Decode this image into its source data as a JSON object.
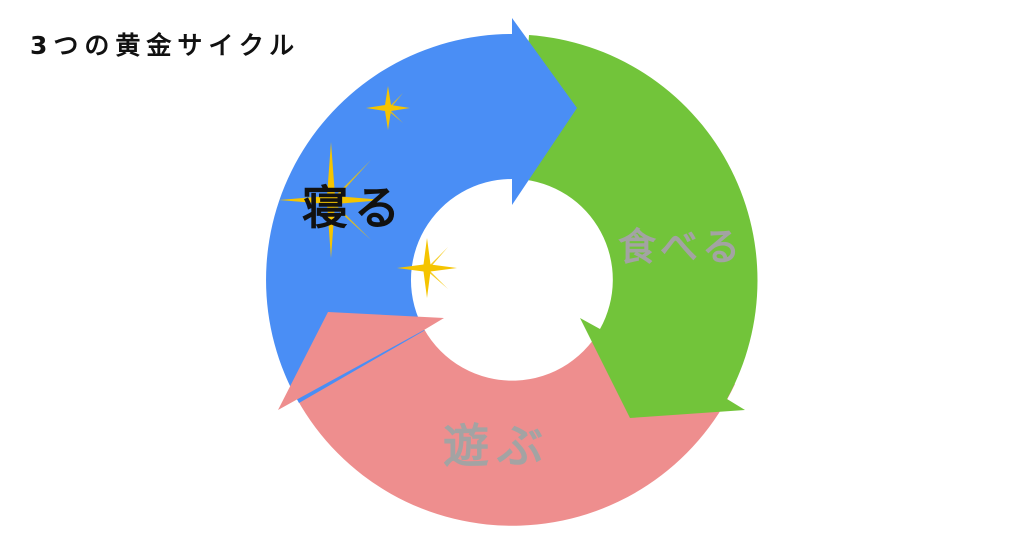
{
  "title": "3つの黄金サイクル",
  "cycle": [
    {
      "label": "寝る",
      "color": "#4a8ef5"
    },
    {
      "label": "食べる",
      "color": "#72c43a"
    },
    {
      "label": "遊ぶ",
      "color": "#ee8e8e"
    }
  ],
  "sparkle_color": "#f5c400"
}
